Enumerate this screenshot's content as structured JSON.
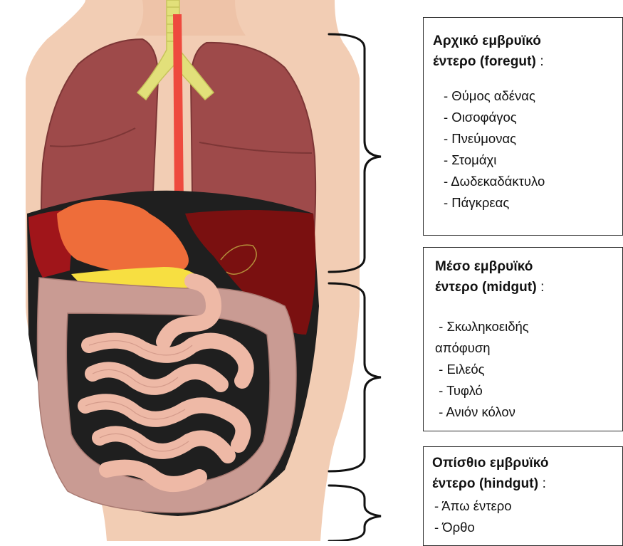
{
  "colors": {
    "skin": "#f2cdb4",
    "lung": "#9e4a4a",
    "liver": "#7a1010",
    "stomach": "#ee6d3a",
    "pancreas": "#f7df41",
    "intestine": "#eeb9a6",
    "colon": "#c99b93",
    "cavity": "#1f1f1f",
    "trachea": "#e2e07a",
    "esophagus": "#ee4a3e"
  },
  "foregut": {
    "title_line1": "Αρχικό εμβρυϊκό",
    "title_line2": "έντερο (foregut)",
    "colon": ":",
    "items": [
      "- Θύμος αδένας",
      "- Οισοφάγος",
      "- Πνεύμονας",
      "- Στομάχι",
      "- Δωδεκαδάκτυλο",
      "- Πάγκρεας"
    ]
  },
  "midgut": {
    "title_line1": "Μέσο εμβρυϊκό",
    "title_line2": "έντερο (midgut)",
    "colon": ":",
    "items": [
      " - Σκωληκοειδής",
      "απόφυση",
      " - Ειλεός",
      " - Τυφλό",
      " - Ανιόν κόλον"
    ]
  },
  "hindgut": {
    "title_line1": "Οπίσθιο εμβρυϊκό",
    "title_line2": "έντερο (hindgut)",
    "colon": ":",
    "items": [
      "- Άπω έντερο",
      "- Όρθο"
    ]
  }
}
